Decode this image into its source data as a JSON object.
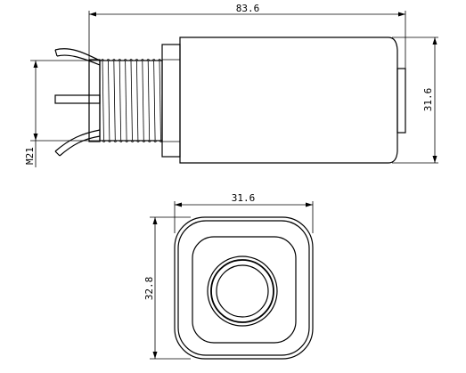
{
  "dimensions": {
    "side_length": "83.6",
    "side_height": "31.6",
    "thread": "M21",
    "front_width": "31.6",
    "front_height": "32.8"
  },
  "colors": {
    "line": "#000000",
    "background": "#ffffff"
  }
}
